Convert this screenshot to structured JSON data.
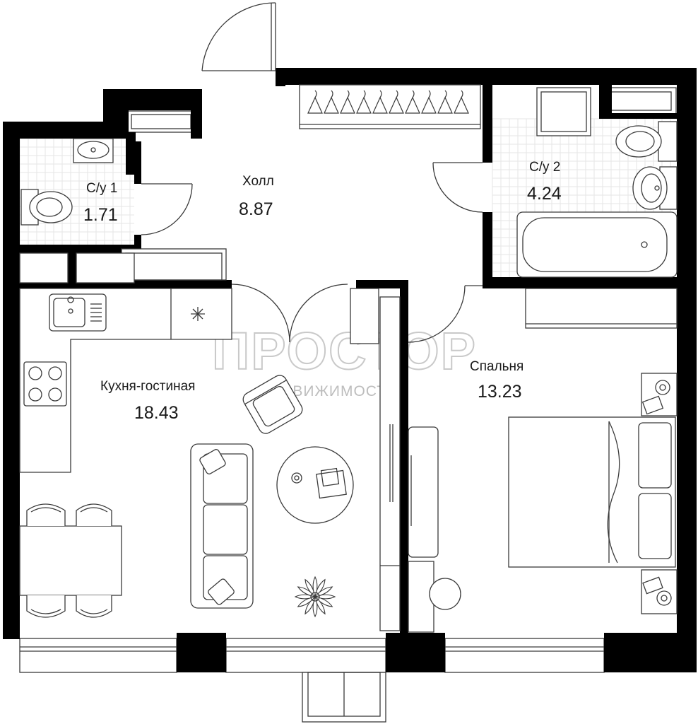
{
  "rooms": {
    "su1": {
      "name": "С/у 1",
      "area": "1.71"
    },
    "hall": {
      "name": "Холл",
      "area": "8.87"
    },
    "su2": {
      "name": "С/у 2",
      "area": "4.24"
    },
    "kitchen": {
      "name": "Кухня-гостиная",
      "area": "18.43"
    },
    "bedroom": {
      "name": "Спальня",
      "area": "13.23"
    }
  },
  "watermark": {
    "brand": "ПРОСТОР",
    "tagline": "НЕДВИЖИМОСТЬ"
  },
  "colors": {
    "walls": "#000000",
    "lines": "#3a3a3a",
    "tiles": "#e6e6e6",
    "watermark": "#c9c9c9"
  }
}
